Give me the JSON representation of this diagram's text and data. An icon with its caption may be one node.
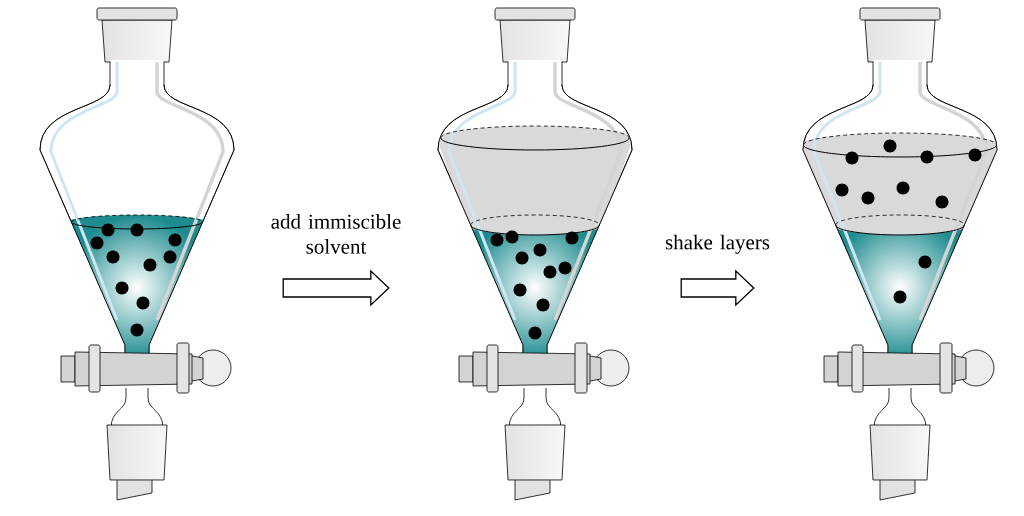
{
  "diagram": {
    "nodes": [
      {
        "text": [],
        "shape": "picture"
      },
      {
        "text": [],
        "shape": "picture"
      },
      {
        "text": [],
        "shape": "picture"
      }
    ],
    "edges": [
      {
        "from": 0,
        "to": 1,
        "arrow": "to",
        "label": "add immiscible solvent"
      },
      {
        "from": 1,
        "to": 2,
        "arrow": "to",
        "label": "shake layers"
      }
    ]
  }
}
